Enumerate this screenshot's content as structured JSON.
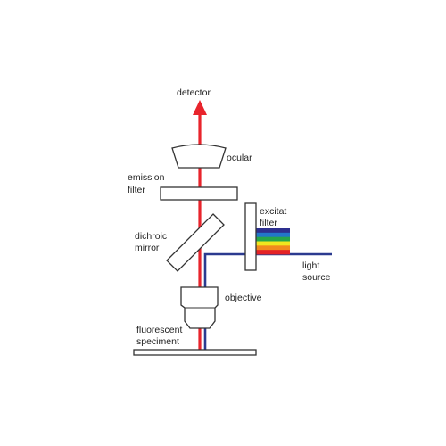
{
  "labels": {
    "detector": "detector",
    "ocular": "ocular",
    "emission_filter": [
      "emission",
      "filter"
    ],
    "excitation_filter": [
      "excitat",
      "filter"
    ],
    "dichroic_mirror": [
      "dichroic",
      "mirror"
    ],
    "light_source": [
      "light",
      "source"
    ],
    "objective": "objective",
    "fluorescent_specimen": [
      "fluorescent",
      "speciment"
    ]
  },
  "colors": {
    "emission_beam": "#e8242c",
    "excitation_beam": "#2b3a8f",
    "outline": "#333333",
    "spectrum": [
      "#2d2f8f",
      "#2277c9",
      "#26a64a",
      "#f0e61e",
      "#f18a1d",
      "#e42226"
    ]
  }
}
